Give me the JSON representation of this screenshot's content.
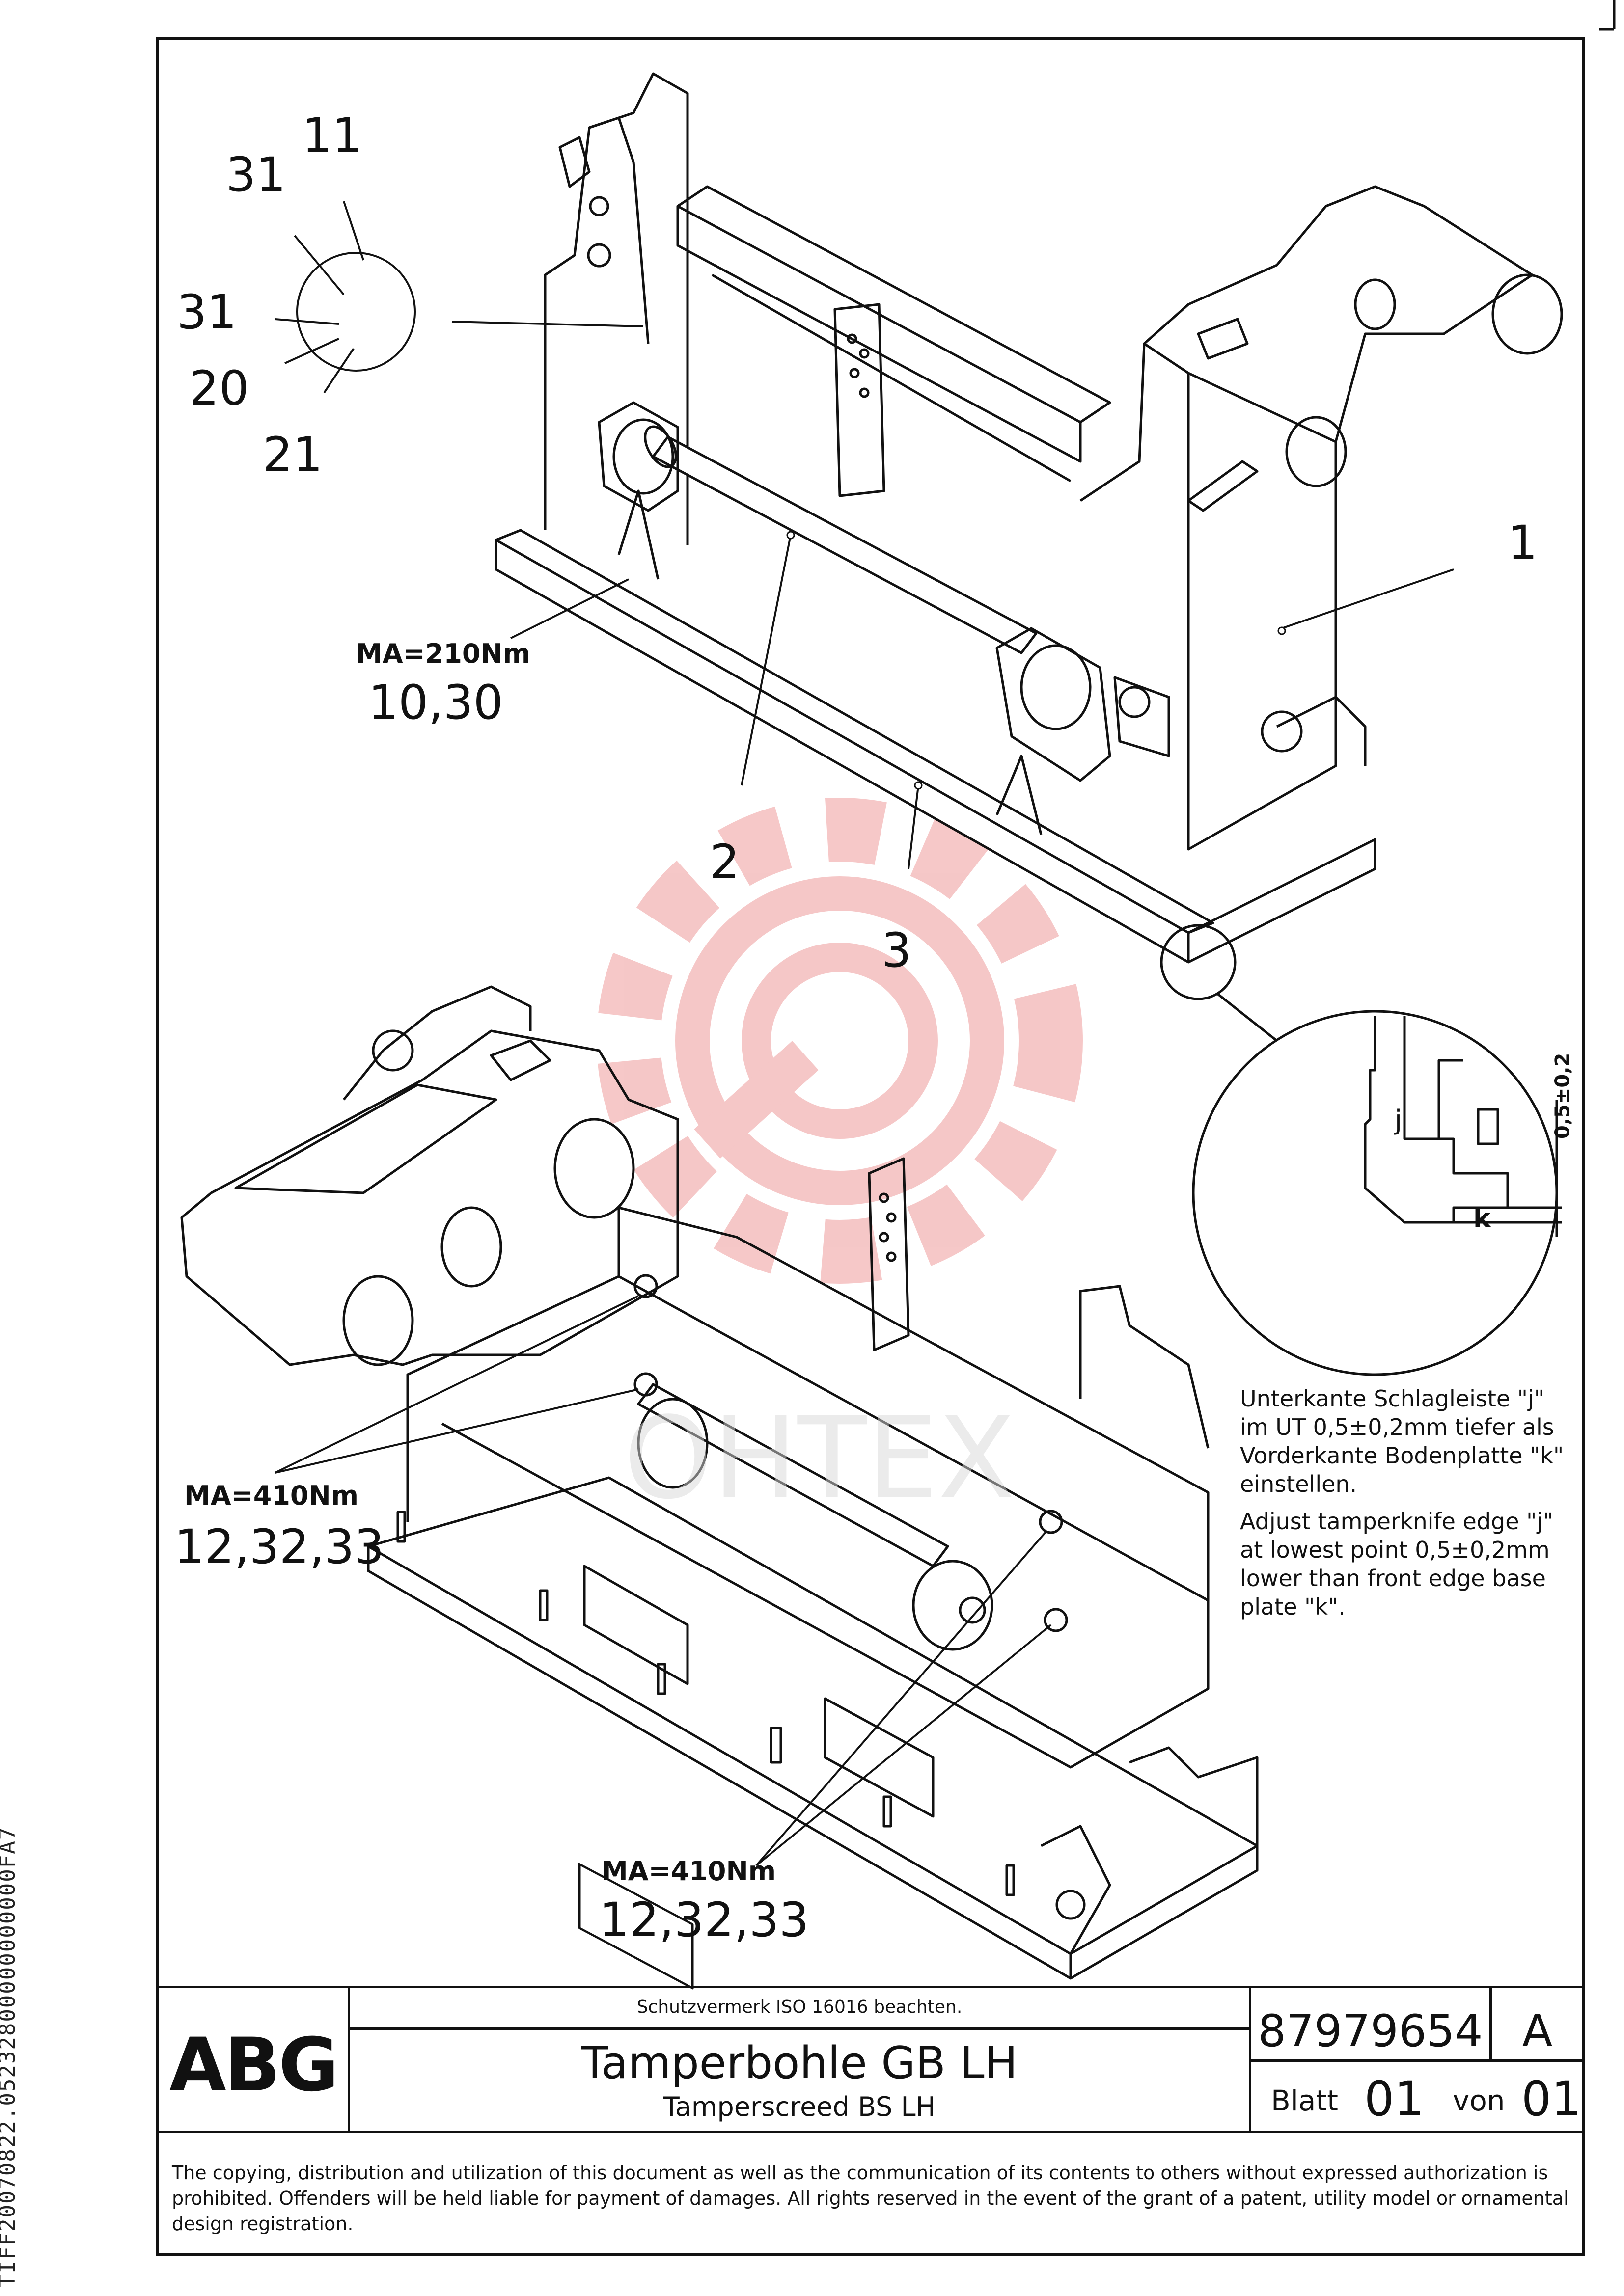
{
  "callouts": {
    "p11": "11",
    "p31a": "31",
    "p31b": "31",
    "p20": "20",
    "p21": "21",
    "p1": "1",
    "p2": "2",
    "p3": "3"
  },
  "torques": {
    "t1_label": "MA=210Nm",
    "t1_parts": "10,30",
    "t2_label": "MA=410Nm",
    "t2_parts": "12,32,33",
    "t3_label": "MA=410Nm",
    "t3_parts": "12,32,33"
  },
  "detail": {
    "j": "j",
    "k": "k",
    "dimension": "0,5±0,2"
  },
  "note": {
    "de": [
      "Unterkante Schlagleiste \"j\"",
      "im UT 0,5±0,2mm tiefer als",
      "Vorderkante Bodenplatte \"k\"",
      "einstellen."
    ],
    "en": [
      "Adjust tamperknife edge \"j\"",
      "at lowest point 0,5±0,2mm",
      "lower than front edge base",
      "plate \"k\"."
    ]
  },
  "watermark": {
    "text": "OHTEX",
    "color": "#e8a0a0"
  },
  "title_block": {
    "logo": "ABG",
    "protection_note": "Schutzvermerk ISO 16016 beachten.",
    "title_de": "Tamperbohle GB LH",
    "title_en": "Tamperscreed BS LH",
    "part_number": "87979654",
    "revision": "A",
    "sheet_label": "Blatt",
    "sheet_no": "01",
    "of_label": "von",
    "sheet_total": "01"
  },
  "footer": "The copying, distribution and utilization of this document as well as the communication of its contents to others without expressed authorization is prohibited. Offenders will be held liable for payment of damages. All rights reserved in the event of the grant of a patent, utility model or ornamental design registration.",
  "side_code": "TIFF20070822.05232800000000000FA7"
}
